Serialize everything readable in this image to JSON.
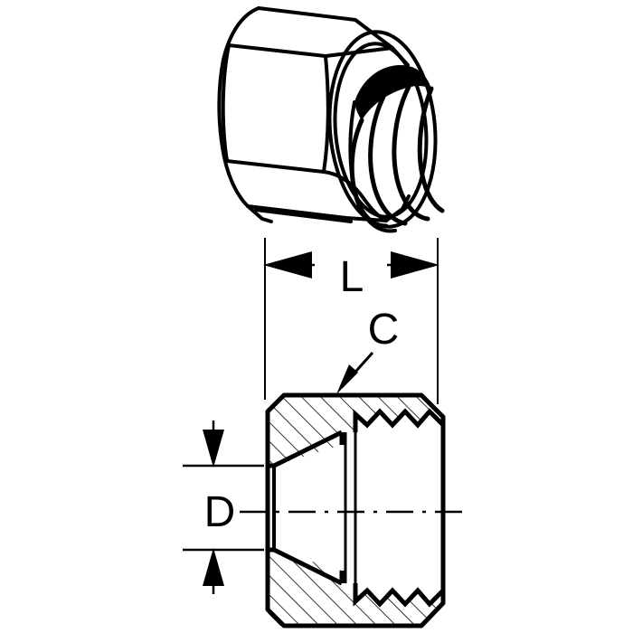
{
  "drawing": {
    "title": "Hex nut engineering drawing",
    "background_color": "#ffffff",
    "line_color": "#000000",
    "views": [
      {
        "name": "pictorial-view",
        "description": "Isometric pictorial view of internally threaded hex nut"
      },
      {
        "name": "section-view",
        "description": "Cross-section view of hex nut with chamfer, tapered seat and internal thread"
      }
    ]
  },
  "dimensions": {
    "length": {
      "label": "L",
      "name": "length-dimension",
      "orientation": "horizontal",
      "arrow_style": "outward"
    },
    "diameter": {
      "label": "D",
      "name": "diameter-dimension",
      "orientation": "vertical",
      "arrow_style": "inward"
    },
    "chamfer": {
      "label": "C",
      "name": "chamfer-callout",
      "orientation": "leader",
      "arrow_style": "leader-arrow"
    }
  },
  "features": {
    "hatching": "section-crosshatch",
    "thread": "internal-thread-profile",
    "centerline": "horizontal-axis-centerline"
  }
}
